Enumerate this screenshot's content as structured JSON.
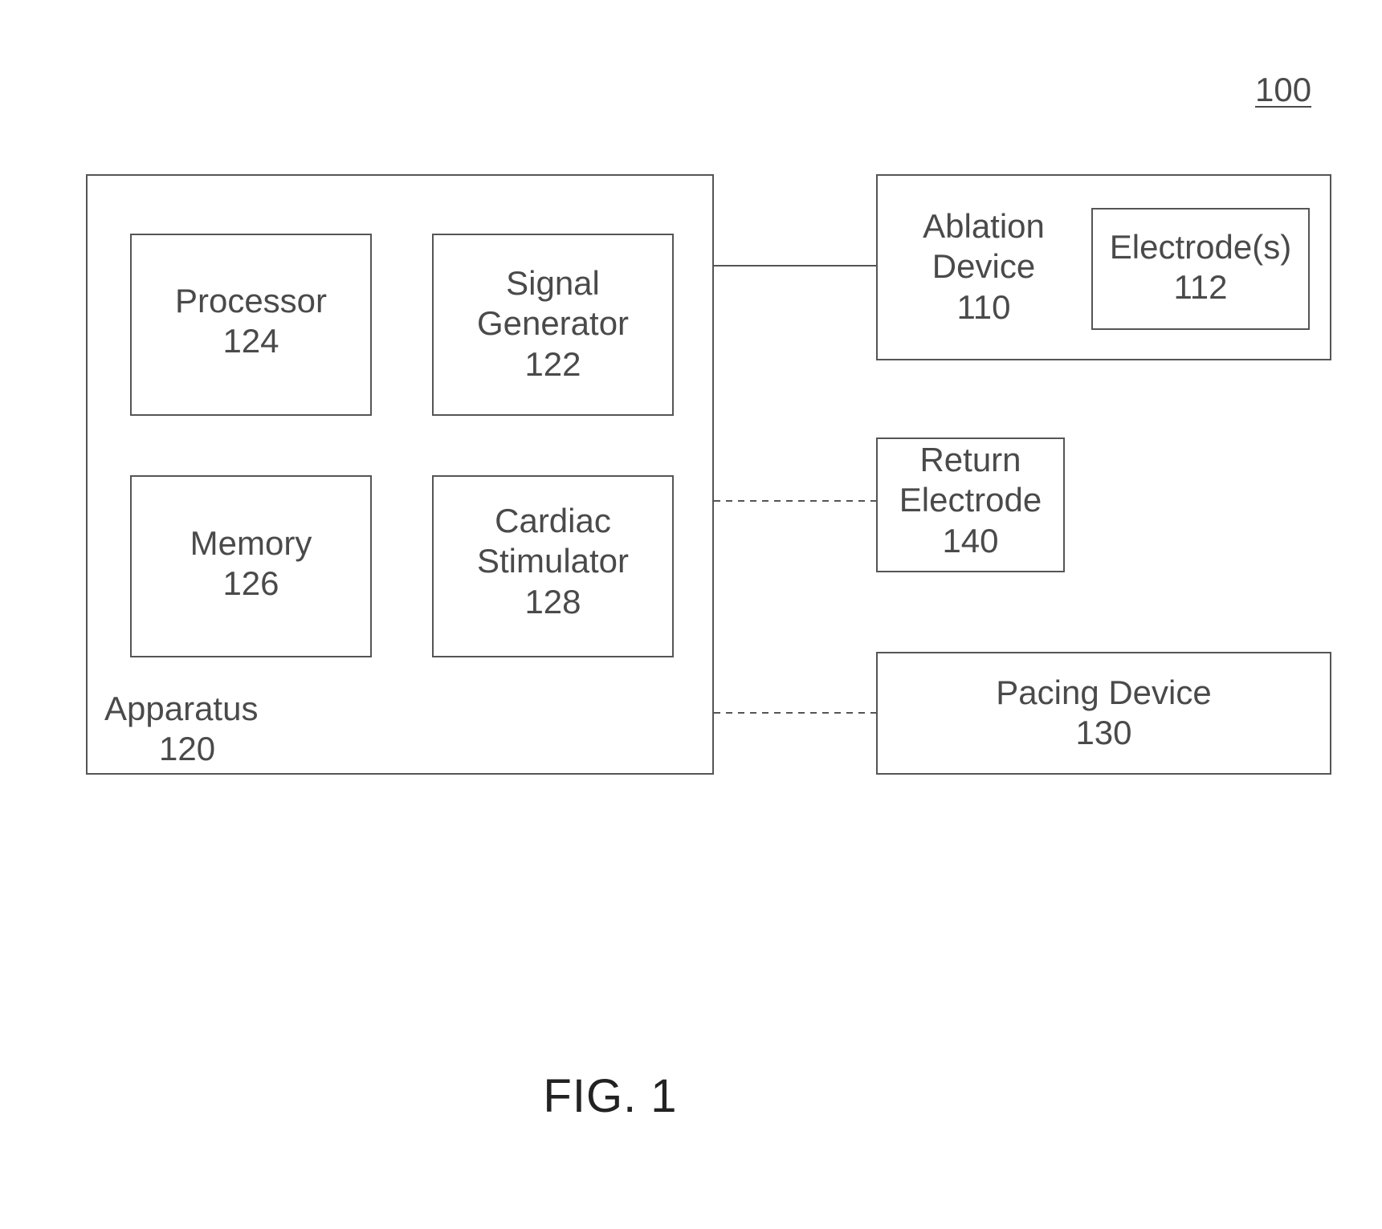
{
  "figure_ref": "100",
  "caption": "FIG. 1",
  "apparatus": {
    "line1": "Apparatus",
    "line2": "120"
  },
  "processor": {
    "line1": "Processor",
    "line2": "124"
  },
  "signal_generator": {
    "line1": "Signal",
    "line2": "Generator",
    "line3": "122"
  },
  "memory": {
    "line1": "Memory",
    "line2": "126"
  },
  "cardiac_stimulator": {
    "line1": "Cardiac",
    "line2": "Stimulator",
    "line3": "128"
  },
  "ablation_device": {
    "line1": "Ablation",
    "line2": "Device",
    "line3": "110"
  },
  "electrodes": {
    "line1": "Electrode(s)",
    "line2": "112"
  },
  "return_electrode": {
    "line1": "Return",
    "line2": "Electrode",
    "line3": "140"
  },
  "pacing_device": {
    "line1": "Pacing Device",
    "line2": "130"
  },
  "connections": [
    {
      "from": "apparatus",
      "to": "ablation_device",
      "style": "solid"
    },
    {
      "from": "apparatus",
      "to": "return_electrode",
      "style": "dashed"
    },
    {
      "from": "apparatus",
      "to": "pacing_device",
      "style": "dashed"
    }
  ]
}
